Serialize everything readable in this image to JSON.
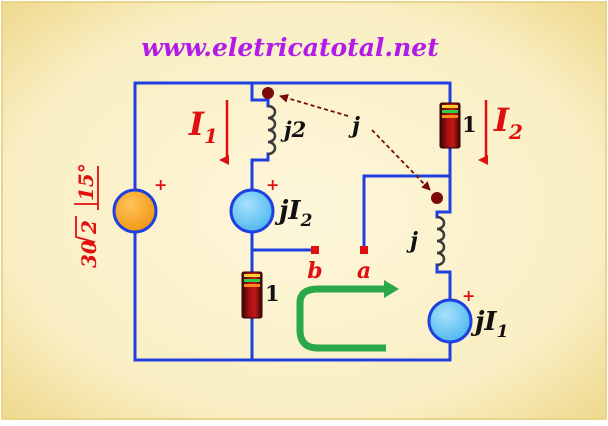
{
  "header": {
    "website": "www.eletricatotal.net"
  },
  "source": {
    "magnitude": "30",
    "radical": "2",
    "angle": "15°",
    "polarity": "+"
  },
  "currents": {
    "left": "I",
    "left_sub": "1",
    "right": "I",
    "right_sub": "2"
  },
  "inductors": {
    "left": "j2",
    "right": "j",
    "mutual": "j"
  },
  "resistors": {
    "top_right": "1",
    "middle": "1"
  },
  "dependent_sources": {
    "upper": {
      "prefix": "j",
      "var": "I",
      "sub": "2",
      "polarity": "+"
    },
    "lower": {
      "prefix": "j",
      "var": "I",
      "sub": "1",
      "polarity": "+"
    }
  },
  "terminals": {
    "b": "b",
    "a": "a"
  },
  "colors": {
    "background": "#FAEFC4",
    "wire": "#1F3FE0",
    "label_red": "#E01010",
    "website_purple": "#B21CE8",
    "dot": "#7A0A0A",
    "arrow_green": "#2BA84A",
    "source_orange": "#F7A21C",
    "source_blue": "#6EC8F5"
  }
}
